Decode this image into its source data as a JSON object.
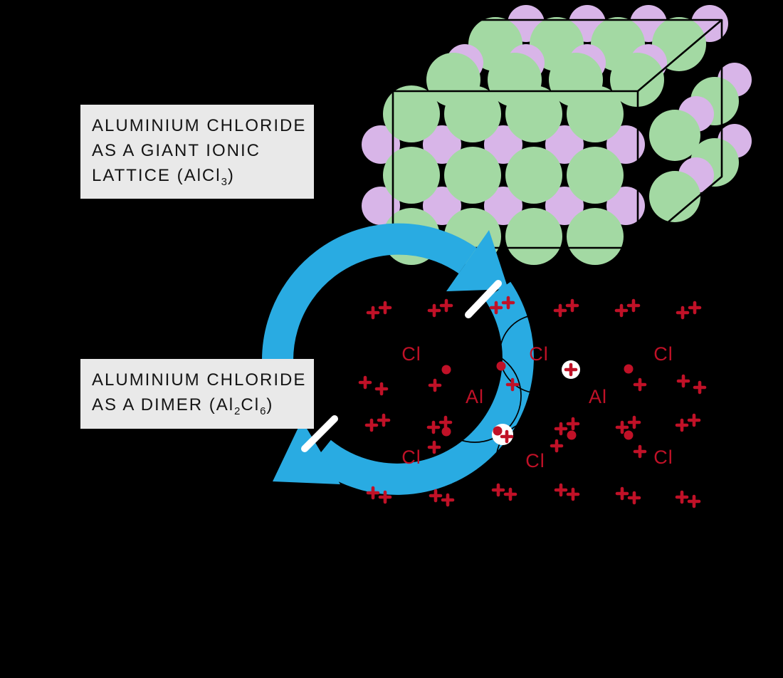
{
  "background_color": "#000000",
  "colors": {
    "chloride_sphere_green": "#a3d9a3",
    "aluminium_sphere_purple": "#d8b5e8",
    "cycle_arrow_blue": "#29abe2",
    "electron_crimson": "#c01127",
    "label_box_background": "#e9e9e9",
    "label_text": "#141414",
    "lattice_outline": "#000000",
    "dative_highlight_white": "#ffffff"
  },
  "labels": {
    "lattice_box": {
      "line1": "ALUMINIUM CHLORIDE",
      "line2": "AS A GIANT IONIC",
      "line3_prefix": "LATTICE (AlCl",
      "line3_sub": "3",
      "line3_suffix": ")"
    },
    "dimer_box": {
      "line1": "ALUMINIUM CHLORIDE",
      "line2_prefix": "AS A DIMER (Al",
      "line2_sub1": "2",
      "line2_mid": "Cl",
      "line2_sub2": "6",
      "line2_suffix": ")"
    }
  },
  "molecule": {
    "atoms": [
      {
        "label": "Cl",
        "role": "terminal top-left"
      },
      {
        "label": "Cl",
        "role": "bridging top"
      },
      {
        "label": "Cl",
        "role": "terminal top-right"
      },
      {
        "label": "Al",
        "role": "left aluminium"
      },
      {
        "label": "Al",
        "role": "right aluminium"
      },
      {
        "label": "Cl",
        "role": "terminal bottom-left"
      },
      {
        "label": "Cl",
        "role": "bridging bottom"
      },
      {
        "label": "Cl",
        "role": "terminal bottom-right"
      }
    ]
  }
}
